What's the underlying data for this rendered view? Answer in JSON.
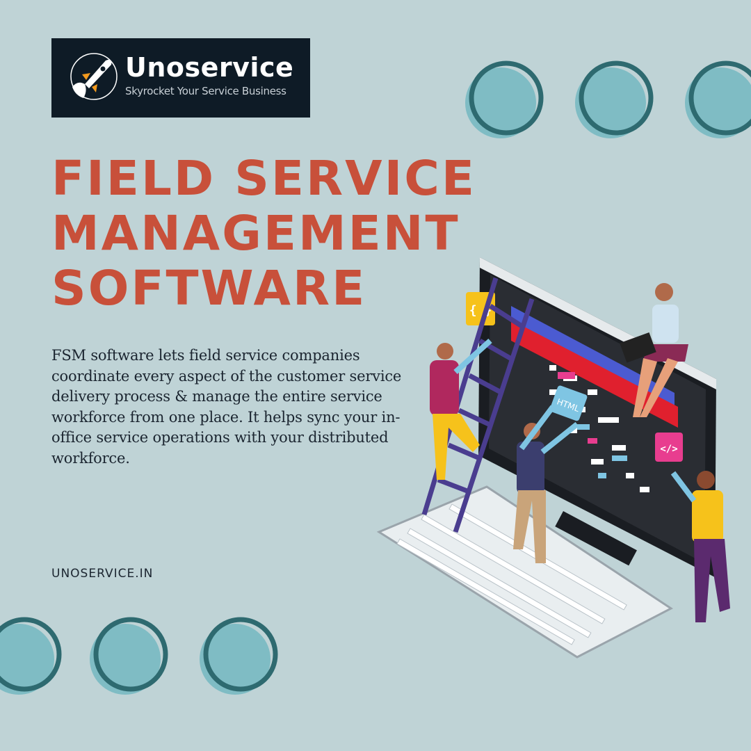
{
  "logo": {
    "brand": "Unoservice",
    "tagline": "Skyrocket Your Service Business"
  },
  "title": [
    "FIELD SERVICE",
    "MANAGEMENT",
    "SOFTWARE"
  ],
  "body": "FSM software lets field service companies coordinate every aspect of the customer service delivery process & manage the entire service workforce from one place. It helps sync your in-office service operations with your distributed workforce.",
  "website": "UNOSERVICE.IN",
  "illustration": {
    "html_tag": "HTML",
    "code_braces": "{ }",
    "code_tag": "</>"
  },
  "colors": {
    "background": "#bfd3d6",
    "title": "#c8503a",
    "logo_bg": "#0e1b26",
    "circle_fill": "#7fbcc4",
    "circle_ring": "#2e6a70"
  }
}
